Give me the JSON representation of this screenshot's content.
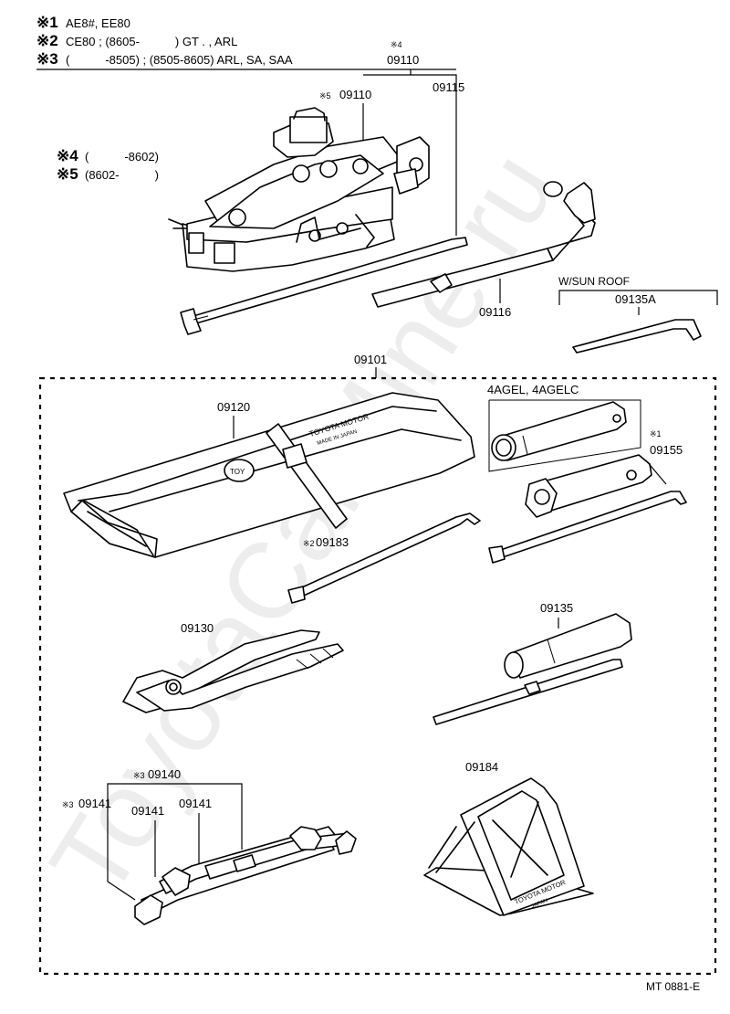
{
  "notes": [
    {
      "mark": "※1",
      "text": "AE8#, EE80"
    },
    {
      "mark": "※2",
      "text": "CE80 ; (8605-　　　) GT . , ARL"
    },
    {
      "mark": "※3",
      "text": "(　　　-8505) ; (8505-8605) ARL, SA, SAA"
    }
  ],
  "jack_notes": [
    {
      "mark": "※4",
      "text": "(　　　-8602)"
    },
    {
      "mark": "※5",
      "text": "(8602-　　　)"
    }
  ],
  "parts": {
    "p09110_mark": "※4",
    "p09110": "09110",
    "p09110b_mark": "※5",
    "p09110b": "09110",
    "p09115": "09115",
    "p09116": "09116",
    "sunroof_label": "W/SUN ROOF",
    "p09135A": "09135A",
    "p09101": "09101",
    "p09120": "09120",
    "engine_label": "4AGEL, 4AGELC",
    "p09155_mark": "※1",
    "p09155": "09155",
    "p09183_mark": "※2",
    "p09183": "09183",
    "p09135": "09135",
    "p09130": "09130",
    "p09140_mark": "※3",
    "p09140": "09140",
    "p09141a_mark": "※3",
    "p09141a": "09141",
    "p09141b": "09141",
    "p09141c": "09141",
    "p09184": "09184"
  },
  "tool_bag_print": [
    "TOYOTA MOTOR",
    "MADE IN JAPAN"
  ],
  "triangle_print": [
    "TOYOTA MOTOR",
    "JAPAN"
  ],
  "watermark": "ToyotaCarMine.ru",
  "figure_code": "MT 0881-E"
}
